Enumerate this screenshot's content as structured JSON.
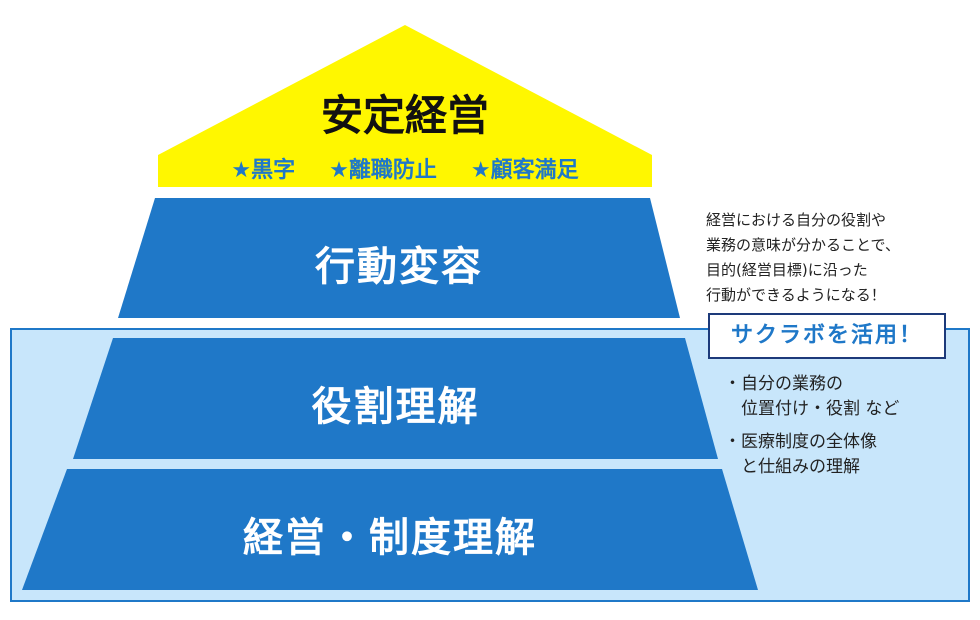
{
  "roof": {
    "title": "安定経営",
    "goals": [
      "★黒字",
      "★離職防止",
      "★顧客満足"
    ]
  },
  "levels": [
    "行動変容",
    "役割理解",
    "経営・制度理解"
  ],
  "note": [
    "経営における自分の役割や",
    "業務の意味が分かることで、",
    "目的(経営目標)に沿った",
    "行動ができるようになる！"
  ],
  "badge": "サクラボを活用！",
  "points": [
    [
      "・自分の業務の",
      "　位置付け・役割 など"
    ],
    [
      "・医療制度の全体像",
      "　と仕組みの理解"
    ]
  ],
  "colors": {
    "yellow": "#fff700",
    "blue": "#1f78c8",
    "lightblue": "#c8e6fb",
    "navy": "#1d3a7a"
  }
}
